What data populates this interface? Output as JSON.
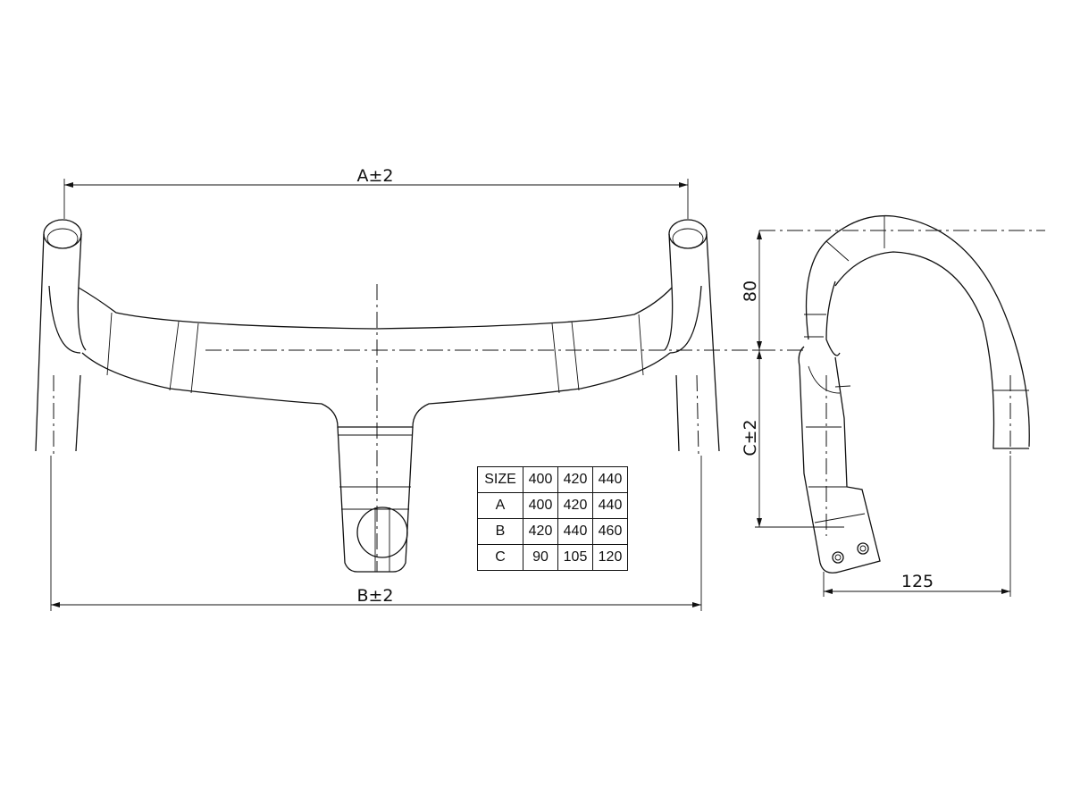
{
  "dimensions": {
    "a_label": "A±2",
    "b_label": "B±2",
    "c_label": "C±2",
    "reach_label": "80",
    "drop_width_label": "125"
  },
  "size_table": {
    "header": [
      "SIZE",
      "400",
      "420",
      "440"
    ],
    "rows": [
      [
        "A",
        "400",
        "420",
        "440"
      ],
      [
        "B",
        "420",
        "440",
        "460"
      ],
      [
        "C",
        "90",
        "105",
        "120"
      ]
    ]
  }
}
